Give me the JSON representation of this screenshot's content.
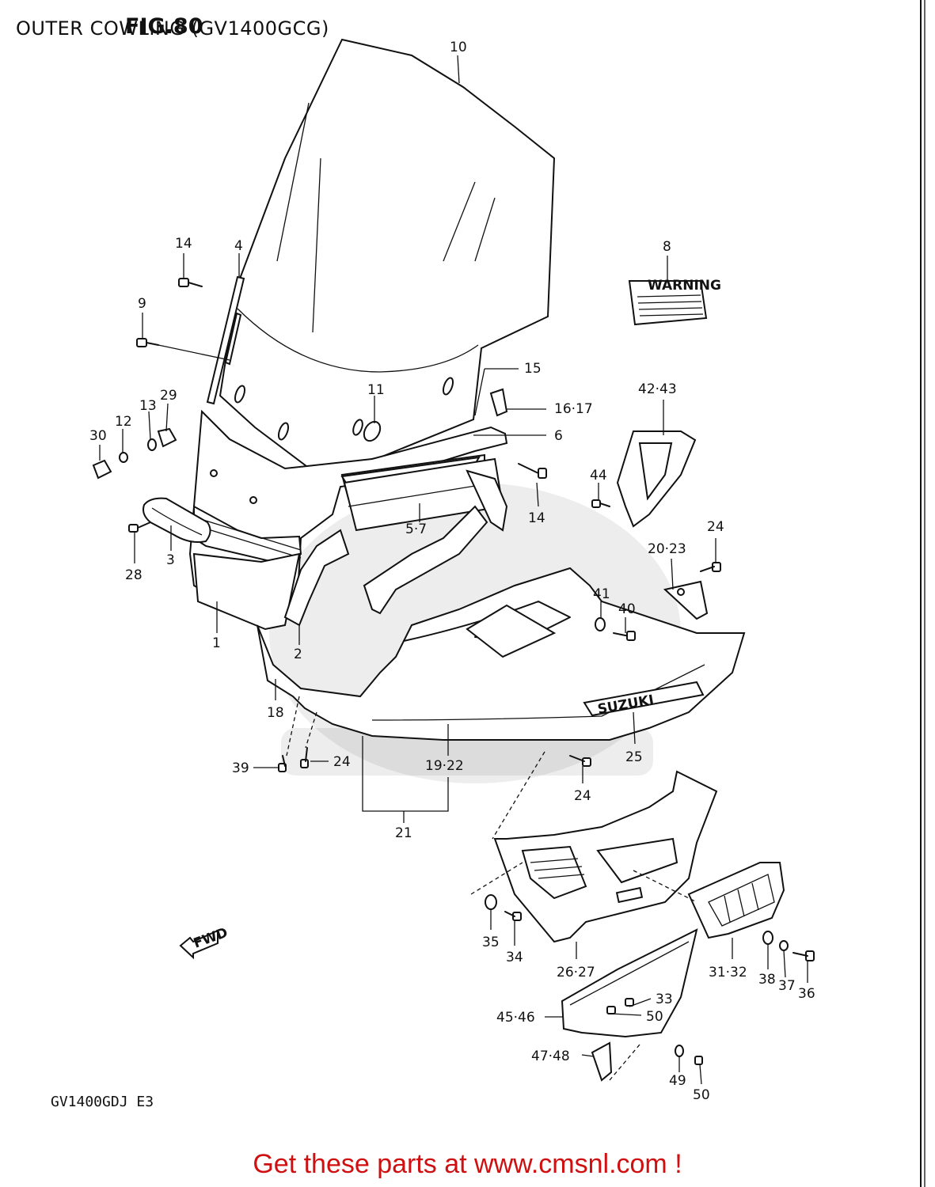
{
  "header": {
    "title": "OUTER COWLING (GV1400GCG)",
    "figure": "FIG.80"
  },
  "model_code": "GV1400GDJ E3",
  "footer": {
    "cta": "Get these parts at www.cmsnl.com !"
  },
  "fwd_label": "FWD",
  "warning_label": "WARNING",
  "emblem_text": "SUZUKI",
  "callouts": {
    "c10": "10",
    "c8": "8",
    "c14a": "14",
    "c4": "4",
    "c9": "9",
    "c15": "15",
    "c11": "11",
    "c1617": "16·17",
    "c6": "6",
    "c4243": "42·43",
    "c13": "13",
    "c29": "29",
    "c12": "12",
    "c30": "30",
    "c44": "44",
    "c14b": "14",
    "c57": "5·7",
    "c24a": "24",
    "c28": "28",
    "c3": "3",
    "c2023": "20·23",
    "c41": "41",
    "c40": "40",
    "c1": "1",
    "c2": "2",
    "c18": "18",
    "c39": "39",
    "c24b": "24",
    "c1922": "19·22",
    "c25": "25",
    "c24c": "24",
    "c21": "21",
    "c35": "35",
    "c34": "34",
    "c2627": "26·27",
    "c3132": "31·32",
    "c38": "38",
    "c37": "37",
    "c36": "36",
    "c33": "33",
    "c50a": "50",
    "c4546": "45·46",
    "c4748": "47·48",
    "c49": "49",
    "c50b": "50"
  }
}
